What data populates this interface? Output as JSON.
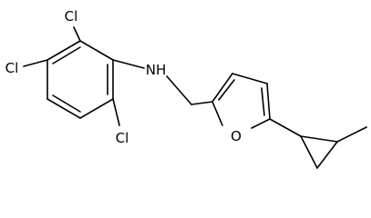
{
  "molecule": {
    "atoms": {
      "cl_top": "Cl",
      "cl_left": "Cl",
      "cl_bottom": "Cl",
      "amine": "NH",
      "ring_oxygen": "O"
    }
  }
}
